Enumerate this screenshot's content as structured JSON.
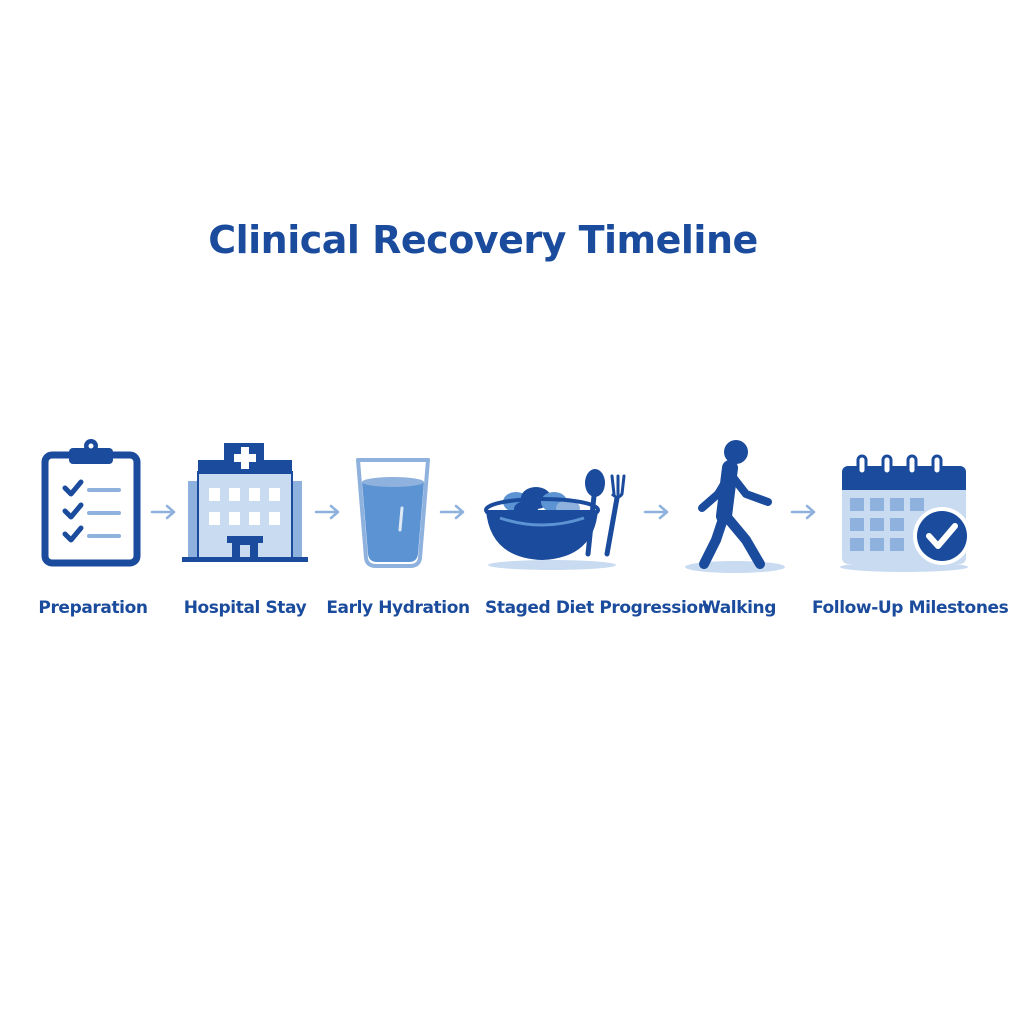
{
  "title": "Clinical Recovery Timeline",
  "colors": {
    "primary": "#1a4b9c",
    "light": "#8fb1dd",
    "pale": "#c9dbf1"
  },
  "steps": [
    {
      "label": "Preparation",
      "icon": "clipboard-checklist-icon"
    },
    {
      "label": "Hospital Stay",
      "icon": "hospital-building-icon"
    },
    {
      "label": "Early Hydration",
      "icon": "water-glass-icon"
    },
    {
      "label": "Staged Diet Progression",
      "icon": "bowl-utensils-icon"
    },
    {
      "label": "Walking",
      "icon": "walking-person-icon"
    },
    {
      "label": "Follow-Up Milestones",
      "icon": "calendar-check-icon"
    }
  ]
}
